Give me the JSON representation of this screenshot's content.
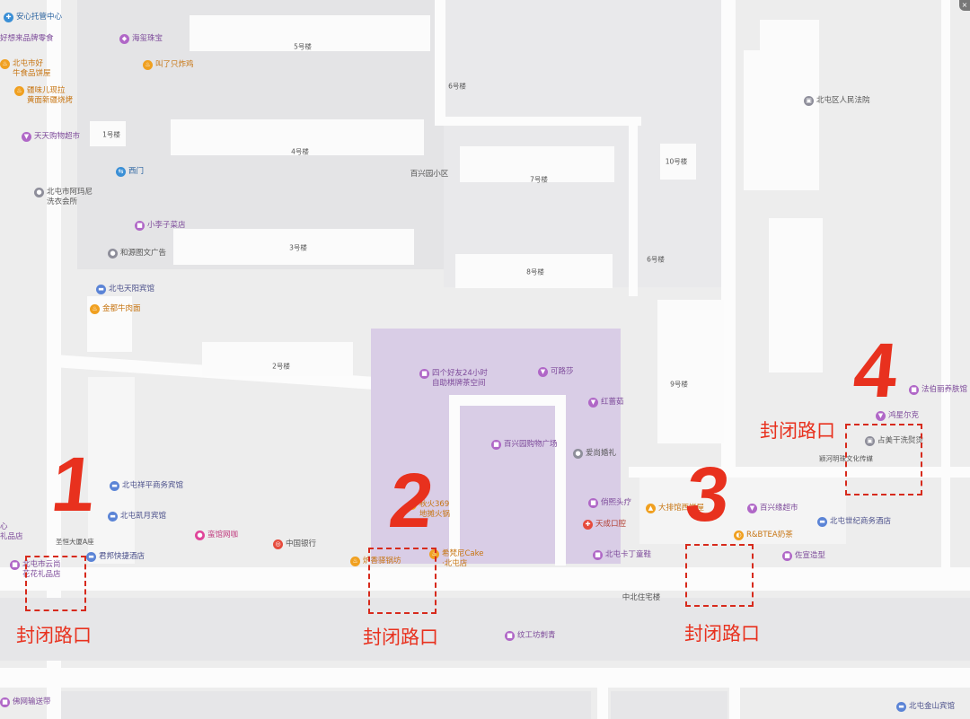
{
  "map": {
    "colors": {
      "closure": "#e8311e",
      "plaza": "#d9cde6",
      "road": "#fcfcfc",
      "block": "#e4e4e6"
    },
    "area_label": "百兴园小区",
    "buildings": [
      "5号楼",
      "6号楼",
      "1号楼",
      "4号楼",
      "7号楼",
      "10号楼",
      "3号楼",
      "8号楼",
      "6号楼",
      "2号楼",
      "9号楼"
    ],
    "place_labels": [
      "颖河明珠文化传媒",
      "中北住宅楼"
    ],
    "pois": [
      {
        "text": "安心托管中心",
        "icon": "teal-circle-icon"
      },
      {
        "text": "好想来品牌零食",
        "icon": ""
      },
      {
        "text": "海玺珠宝",
        "icon": "purple-shop-icon"
      },
      {
        "text": "叫了只炸鸡",
        "icon": "orange-food-icon"
      },
      {
        "text": "北屯市好\n牛食品饼屋",
        "icon": "orange-food-icon"
      },
      {
        "text": "疆味儿现拉\n黄面新疆烧烤",
        "icon": "orange-food-icon"
      },
      {
        "text": "天天购物超市",
        "icon": "purple-cart-icon"
      },
      {
        "text": "西门",
        "icon": "blue-gate-icon"
      },
      {
        "text": "北屯市阿玛尼\n洗衣会所",
        "icon": "gray-service-icon"
      },
      {
        "text": "小李子菜店",
        "icon": "purple-shop-icon"
      },
      {
        "text": "和源图文广告",
        "icon": "gray-service-icon"
      },
      {
        "text": "北屯天阳宾馆",
        "icon": "blue-hotel-icon"
      },
      {
        "text": "金都牛肉面",
        "icon": "orange-food-icon"
      },
      {
        "text": "北屯区人民法院",
        "icon": "gray-gov-icon"
      },
      {
        "text": "四个好友24小时\n自助棋牌茶空间",
        "icon": "purple-shop-icon"
      },
      {
        "text": "可路莎",
        "icon": "purple-shop-icon"
      },
      {
        "text": "红蔷茹",
        "icon": "purple-shop-icon"
      },
      {
        "text": "百兴园购物广场",
        "icon": "purple-shop-icon"
      },
      {
        "text": "爱尚婚礼",
        "icon": "gray-service-icon"
      },
      {
        "text": "俏熙头疗",
        "icon": "purple-shop-icon"
      },
      {
        "text": "天成口腔",
        "icon": "red-clinic-icon"
      },
      {
        "text": "北屯卡丁童鞋",
        "icon": "purple-shop-icon"
      },
      {
        "text": "法伯丽养肤馆",
        "icon": "purple-shop-icon"
      },
      {
        "text": "鸿星尔克",
        "icon": "purple-shop-icon"
      },
      {
        "text": "占美干洗熨烫",
        "icon": "gray-service-icon"
      },
      {
        "text": "北屯祥平商务宾馆",
        "icon": "blue-hotel-icon"
      },
      {
        "text": "北屯凯月宾馆",
        "icon": "blue-hotel-icon"
      },
      {
        "text": "蛮馆网咖",
        "icon": "pink-game-icon"
      },
      {
        "text": "中国银行",
        "icon": "red-bank-icon"
      },
      {
        "text": "君邦快捷酒店",
        "icon": "blue-hotel-icon"
      },
      {
        "text": "北屯市云尚\n花花礼品店",
        "icon": "purple-shop-icon"
      },
      {
        "text": "心\n礼品店",
        "icon": ""
      },
      {
        "text": "大排馆西饼屋",
        "icon": "orange-food-icon"
      },
      {
        "text": "百兴缘超市",
        "icon": "purple-cart-icon"
      },
      {
        "text": "北屯世纪商务酒店",
        "icon": "blue-hotel-icon"
      },
      {
        "text": "R&BTEA奶茶",
        "icon": "orange-food-icon"
      },
      {
        "text": "佐宣造型",
        "icon": "purple-shop-icon"
      },
      {
        "text": "炉香驿锅坊",
        "icon": "orange-food-icon"
      },
      {
        "text": "希梵尼Cake\n·北屯店",
        "icon": "orange-food-icon"
      },
      {
        "text": "秋火369\n地摊火锅",
        "icon": "orange-food-icon"
      },
      {
        "text": "纹工坊刺青",
        "icon": "purple-shop-icon"
      },
      {
        "text": "圣恒大厦A座",
        "icon": ""
      },
      {
        "text": "北屯金山宾馆",
        "icon": "blue-hotel-icon"
      },
      {
        "text": "佛网输送带",
        "icon": "purple-shop-icon"
      }
    ],
    "closures": [
      {
        "number": "1",
        "label": "封闭路口"
      },
      {
        "number": "2",
        "label": "封闭路口"
      },
      {
        "number": "3",
        "label": "封闭路口"
      },
      {
        "number": "4",
        "label": "封闭路口"
      }
    ]
  }
}
